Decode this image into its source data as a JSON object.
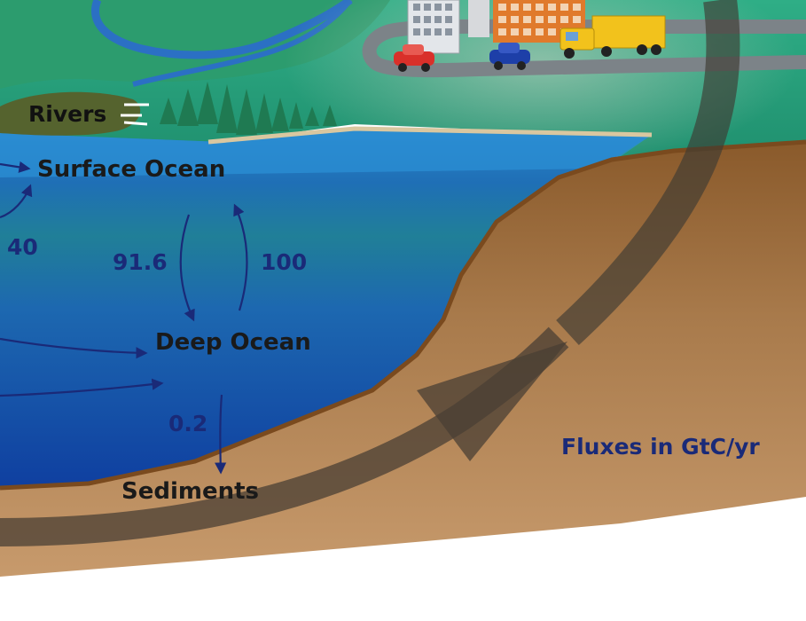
{
  "labels": {
    "rivers": "Rivers",
    "surface_ocean": "Surface Ocean",
    "deep_ocean": "Deep Ocean",
    "sediments": "Sediments",
    "fluxes_units": "Fluxes in GtC/yr"
  },
  "fluxes": {
    "partial_left": "40",
    "surface_to_deep": "91.6",
    "deep_to_surface": "100",
    "deep_to_sediments": "0.2"
  },
  "colors": {
    "flux_text": "#1a2a78",
    "label_text": "#111111",
    "land_green": "#2aa37c",
    "ocean_deep": "#1556b0",
    "sediment_brown": "#a77a4a",
    "cycle_arrow": "#4a3f34"
  }
}
